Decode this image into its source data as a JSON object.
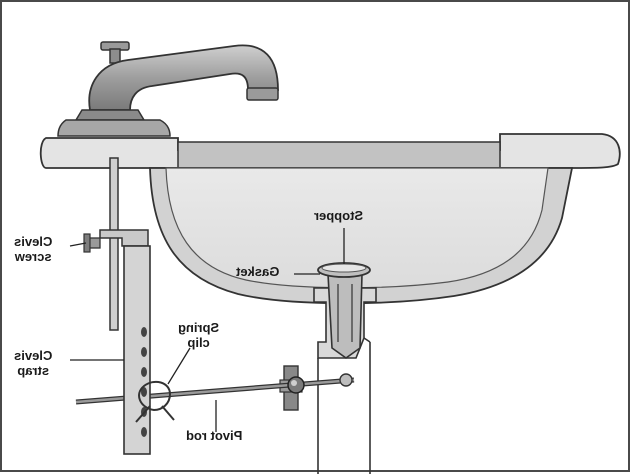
{
  "diagram": {
    "labels": {
      "stopper": "Stopper",
      "gasket": "Gasket",
      "clevis_screw_line1": "Clevis",
      "clevis_screw_line2": "screw",
      "spring_clip_line1": "Spring",
      "spring_clip_line2": "clip",
      "clevis_strap_line1": "Clevis",
      "clevis_strap_line2": "strap",
      "pivot_rod": "Pivot rod"
    }
  }
}
